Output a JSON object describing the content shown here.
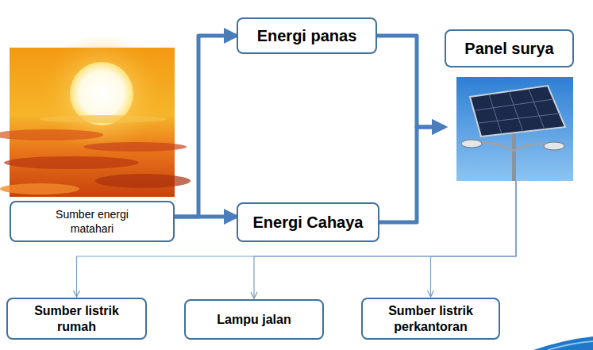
{
  "diagram": {
    "nodes": [
      {
        "text": [
          "Sumber energi matahari"
        ]
      },
      {
        "text": [
          "Energi panas"
        ]
      },
      {
        "text": [
          "Energi Cahaya"
        ]
      },
      {
        "text": [
          "Panel surya"
        ]
      },
      {
        "text": [
          "Sumber listrik rumah"
        ]
      },
      {
        "text": [
          "Lampu jalan"
        ]
      },
      {
        "text": [
          "Sumber listrik perkantoran"
        ]
      }
    ],
    "edges": [
      {
        "from": 0,
        "to": 1,
        "arrow": "to"
      },
      {
        "from": 0,
        "to": 2,
        "arrow": "to"
      },
      {
        "from": 1,
        "to": 3,
        "arrow": "to"
      },
      {
        "from": 2,
        "to": 3,
        "arrow": "to"
      },
      {
        "from": 3,
        "to": 4,
        "arrow": "to"
      },
      {
        "from": 3,
        "to": 5,
        "arrow": "to"
      },
      {
        "from": 3,
        "to": 6,
        "arrow": "to"
      }
    ]
  }
}
